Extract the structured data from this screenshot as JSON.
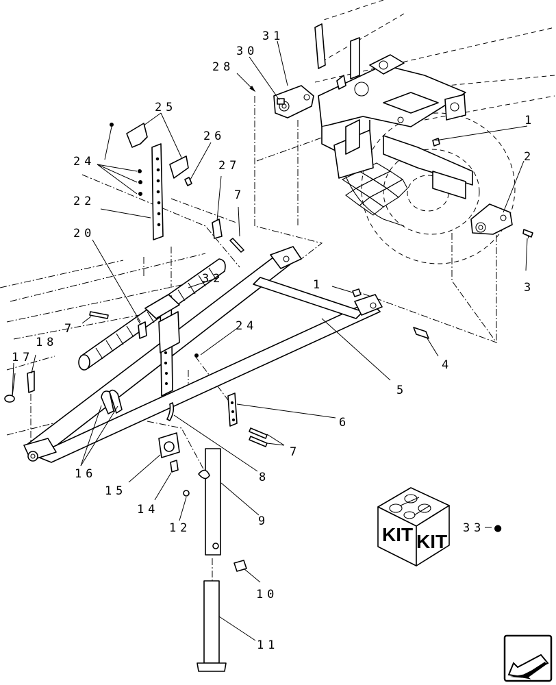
{
  "callouts": [
    {
      "id": "1a",
      "text": "1"
    },
    {
      "id": "1b",
      "text": "1"
    },
    {
      "id": "2",
      "text": "2"
    },
    {
      "id": "3",
      "text": "3"
    },
    {
      "id": "4",
      "text": "4"
    },
    {
      "id": "5",
      "text": "5"
    },
    {
      "id": "6",
      "text": "6"
    },
    {
      "id": "7a",
      "text": "7"
    },
    {
      "id": "7b",
      "text": "7"
    },
    {
      "id": "7c",
      "text": "7"
    },
    {
      "id": "8",
      "text": "8"
    },
    {
      "id": "9",
      "text": "9"
    },
    {
      "id": "10",
      "text": "10"
    },
    {
      "id": "11",
      "text": "11"
    },
    {
      "id": "12",
      "text": "12"
    },
    {
      "id": "14",
      "text": "14"
    },
    {
      "id": "15",
      "text": "15"
    },
    {
      "id": "16",
      "text": "16"
    },
    {
      "id": "17",
      "text": "17"
    },
    {
      "id": "18",
      "text": "18"
    },
    {
      "id": "20",
      "text": "20"
    },
    {
      "id": "22",
      "text": "22"
    },
    {
      "id": "24a",
      "text": "24"
    },
    {
      "id": "24b",
      "text": "24"
    },
    {
      "id": "25",
      "text": "25"
    },
    {
      "id": "26",
      "text": "26"
    },
    {
      "id": "27",
      "text": "27"
    },
    {
      "id": "28",
      "text": "28"
    },
    {
      "id": "30",
      "text": "30"
    },
    {
      "id": "31",
      "text": "31"
    },
    {
      "id": "32",
      "text": "32"
    },
    {
      "id": "33",
      "text": "33"
    }
  ],
  "kit": {
    "label_left": "KIT",
    "label_right": "KIT",
    "marker": "●"
  },
  "icons": {
    "kit_box": "kit-box-icon",
    "nav": "back-arrow-icon"
  }
}
